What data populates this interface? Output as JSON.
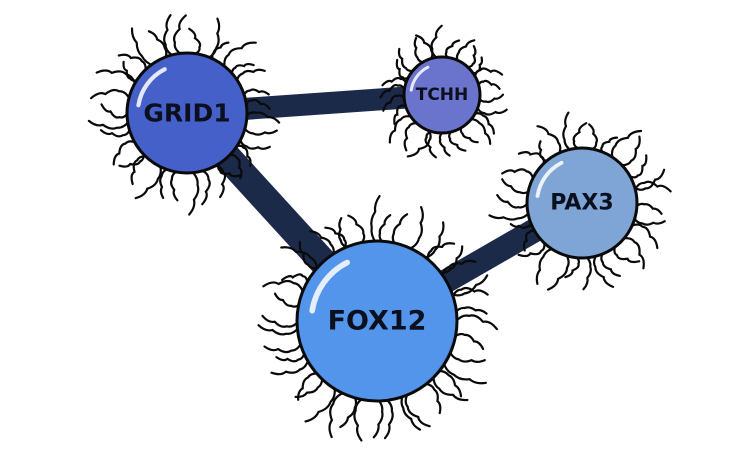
{
  "nodes": [
    {
      "id": "grid1",
      "label": "GRID1",
      "color": "#4560c9"
    },
    {
      "id": "tchh",
      "label": "TCHH",
      "color": "#6a74cc"
    },
    {
      "id": "fox12",
      "label": "FOX12",
      "color": "#5495ec"
    },
    {
      "id": "pax3",
      "label": "PAX3",
      "color": "#7ea5d6"
    }
  ],
  "edges": [
    {
      "from": "grid1",
      "to": "tchh"
    },
    {
      "from": "grid1",
      "to": "fox12"
    },
    {
      "from": "fox12",
      "to": "pax3"
    }
  ],
  "colors": {
    "edge": "#1c2a4a",
    "outline": "#0a0a0a",
    "background": "#ffffff"
  }
}
